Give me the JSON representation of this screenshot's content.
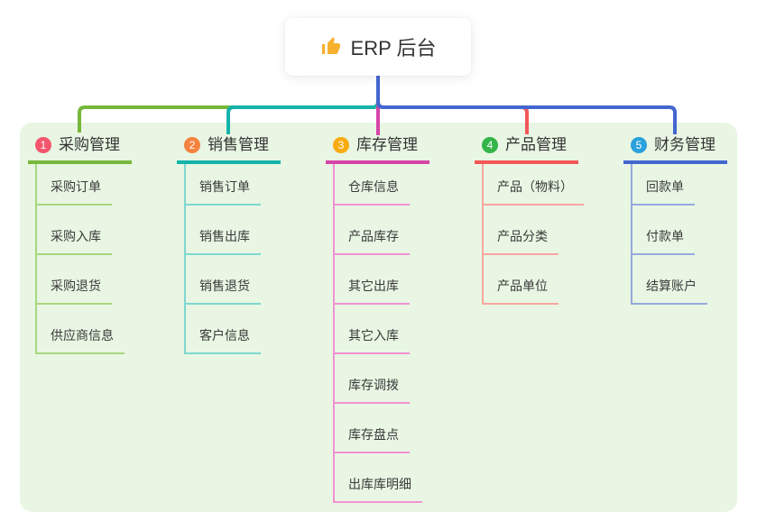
{
  "root": {
    "label": "ERP 后台",
    "icon": "thumbs-up"
  },
  "colors": {
    "panel_bg": "#e8f6e3",
    "trunk_blue": "#4366d0"
  },
  "branches": [
    {
      "num": "1",
      "title": "采购管理",
      "badge_color": "#f4566e",
      "line_color": "#77b83c",
      "light_line_color": "#a8d77f",
      "children": [
        "采购订单",
        "采购入库",
        "采购退货",
        "供应商信息"
      ]
    },
    {
      "num": "2",
      "title": "销售管理",
      "badge_color": "#f5823e",
      "line_color": "#14b3aa",
      "light_line_color": "#7ed8d0",
      "children": [
        "销售订单",
        "销售出库",
        "销售退货",
        "客户信息"
      ]
    },
    {
      "num": "3",
      "title": "库存管理",
      "badge_color": "#f9ab0f",
      "line_color": "#d644a8",
      "light_line_color": "#f092d2",
      "children": [
        "仓库信息",
        "产品库存",
        "其它出库",
        "其它入库",
        "库存调拨",
        "库存盘点",
        "出库库明细"
      ]
    },
    {
      "num": "4",
      "title": "产品管理",
      "badge_color": "#34b54b",
      "line_color": "#f25757",
      "light_line_color": "#f8a6a0",
      "children": [
        "产品（物料）",
        "产品分类",
        "产品单位"
      ]
    },
    {
      "num": "5",
      "title": "财务管理",
      "badge_color": "#2aa0dc",
      "line_color": "#4366d0",
      "light_line_color": "#95aade",
      "children": [
        "回款单",
        "付款单",
        "结算账户"
      ]
    }
  ]
}
